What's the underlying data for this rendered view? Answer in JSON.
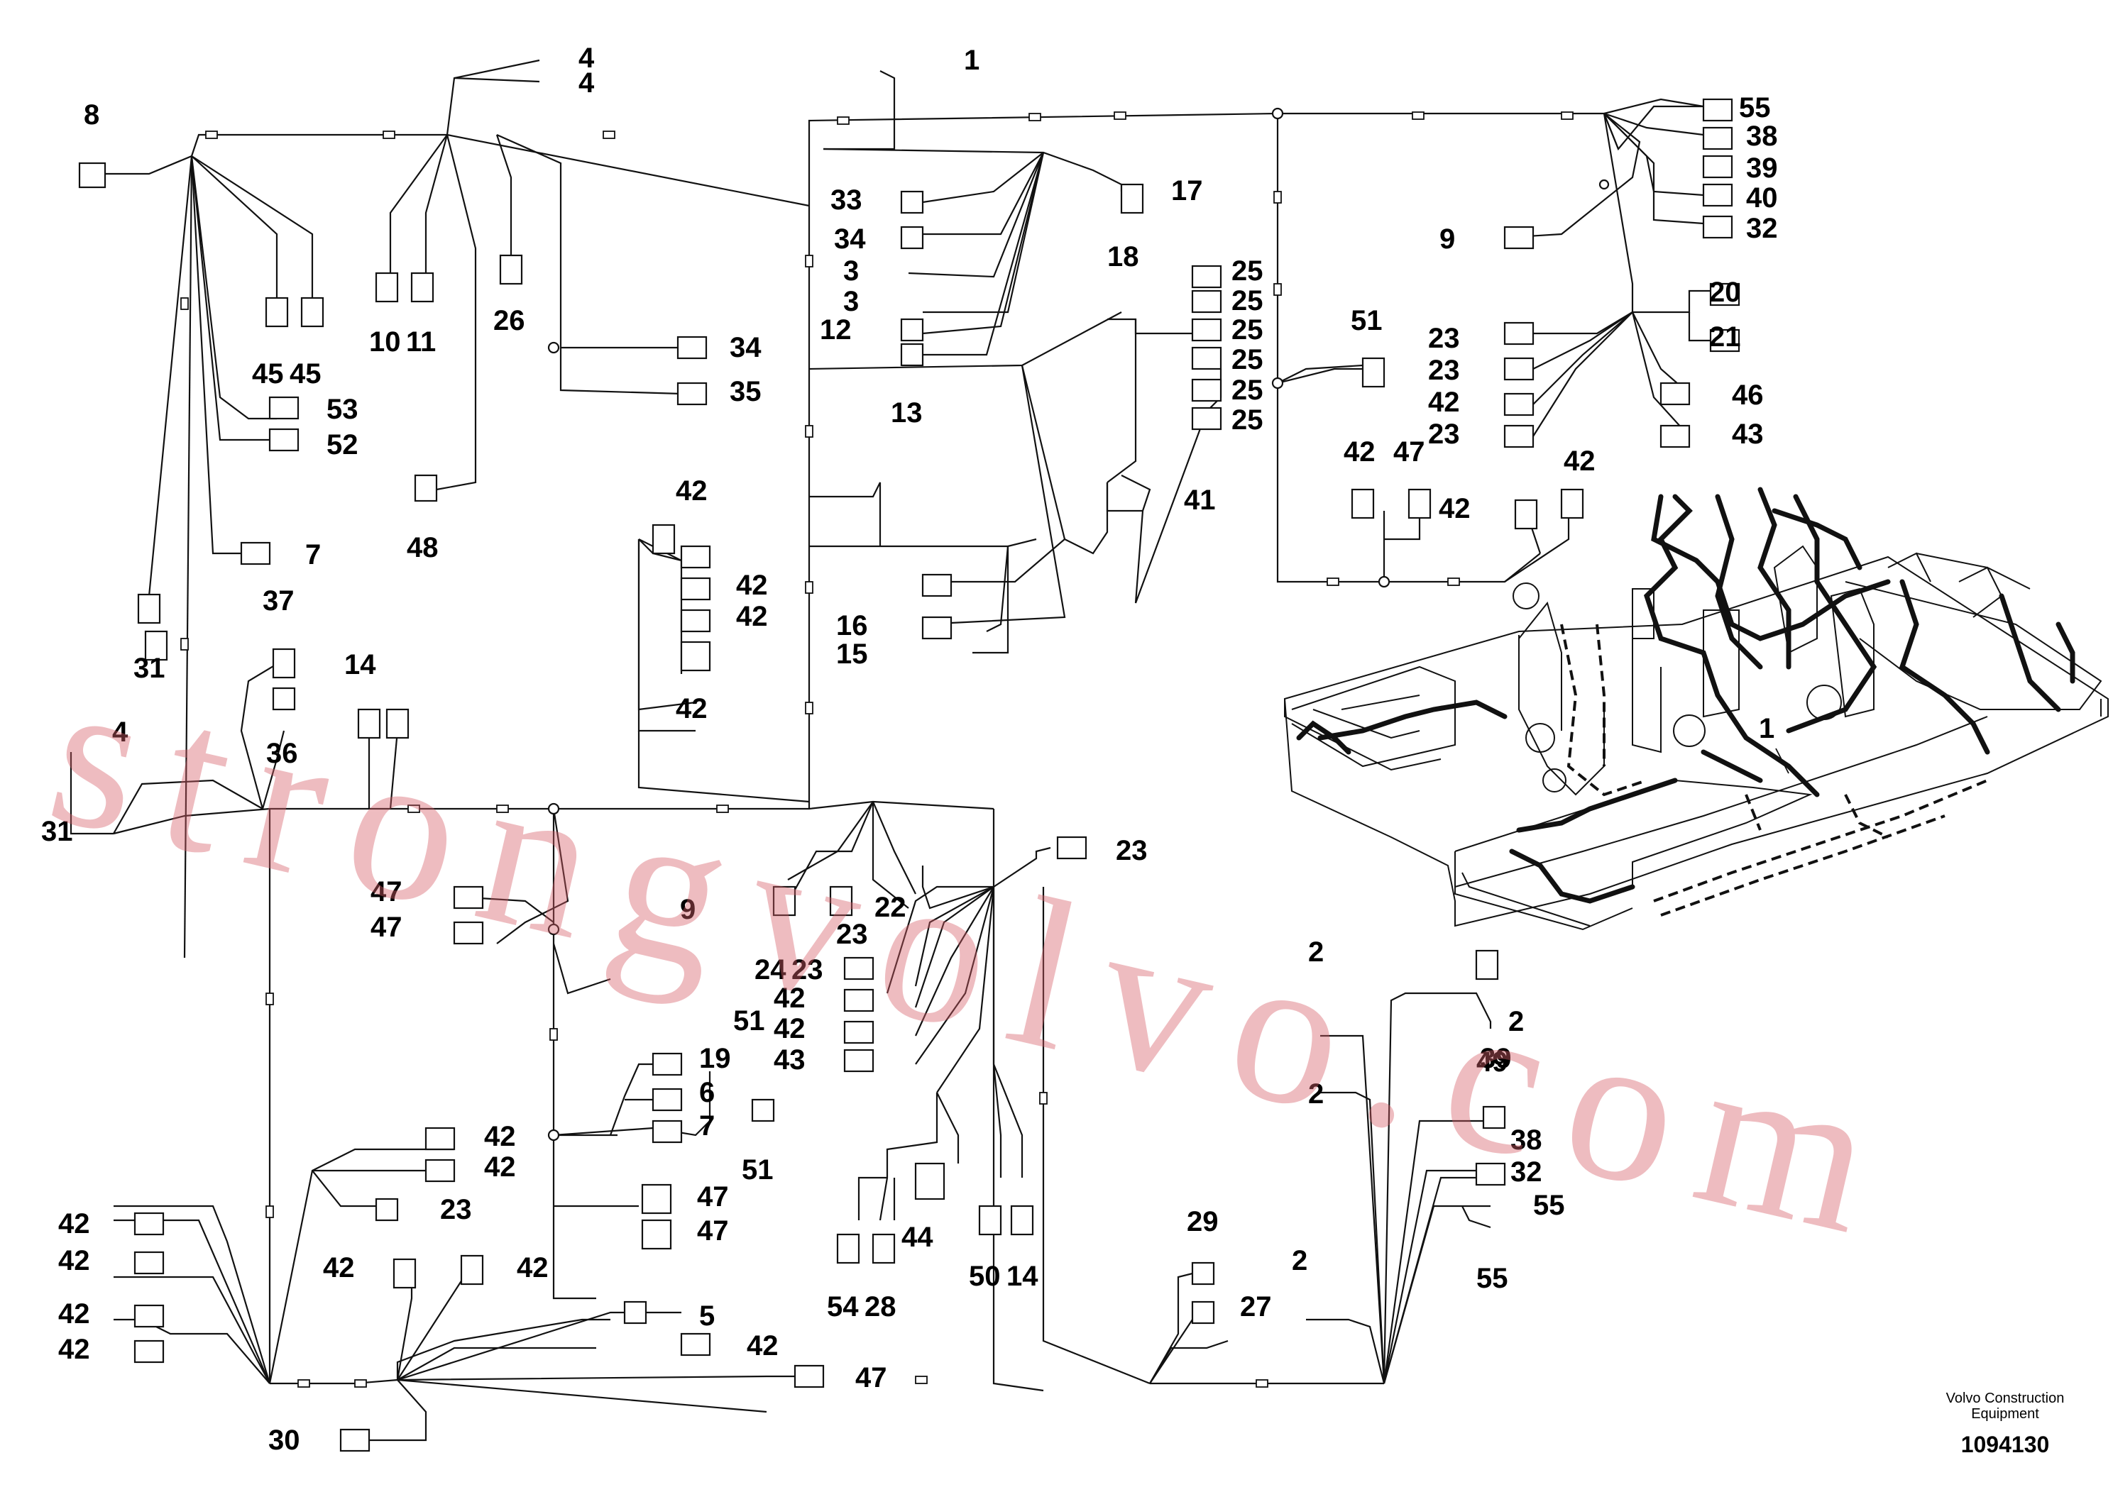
{
  "diagram": {
    "document_number": "1094130",
    "publisher_line1": "Volvo Construction",
    "publisher_line2": "Equipment",
    "watermark": "strongvolvo.com",
    "callout_color": "#000000",
    "wire_color": "#111111",
    "watermark_color": "#d66068"
  },
  "callouts": [
    "1",
    "4",
    "4",
    "8",
    "55",
    "38",
    "39",
    "40",
    "32",
    "9",
    "33",
    "17",
    "34",
    "18",
    "3",
    "3",
    "12",
    "13",
    "25",
    "25",
    "25",
    "25",
    "25",
    "25",
    "41",
    "10",
    "11",
    "26",
    "45",
    "45",
    "53",
    "52",
    "48",
    "7",
    "31",
    "51",
    "20",
    "21",
    "23",
    "23",
    "42",
    "23",
    "46",
    "43",
    "42",
    "47",
    "42",
    "42",
    "34",
    "35",
    "42",
    "42",
    "42",
    "42",
    "37",
    "36",
    "14",
    "4",
    "31",
    "16",
    "15",
    "1",
    "47",
    "47",
    "9",
    "22",
    "23",
    "24",
    "23",
    "23",
    "42",
    "42",
    "43",
    "51",
    "19",
    "6",
    "7",
    "51",
    "47",
    "47",
    "42",
    "42",
    "23",
    "42",
    "42",
    "42",
    "42",
    "42",
    "42",
    "5",
    "42",
    "47",
    "30",
    "44",
    "54",
    "28",
    "50",
    "14",
    "29",
    "27",
    "2",
    "2",
    "2",
    "49",
    "39",
    "38",
    "32",
    "55",
    "55",
    "2"
  ]
}
